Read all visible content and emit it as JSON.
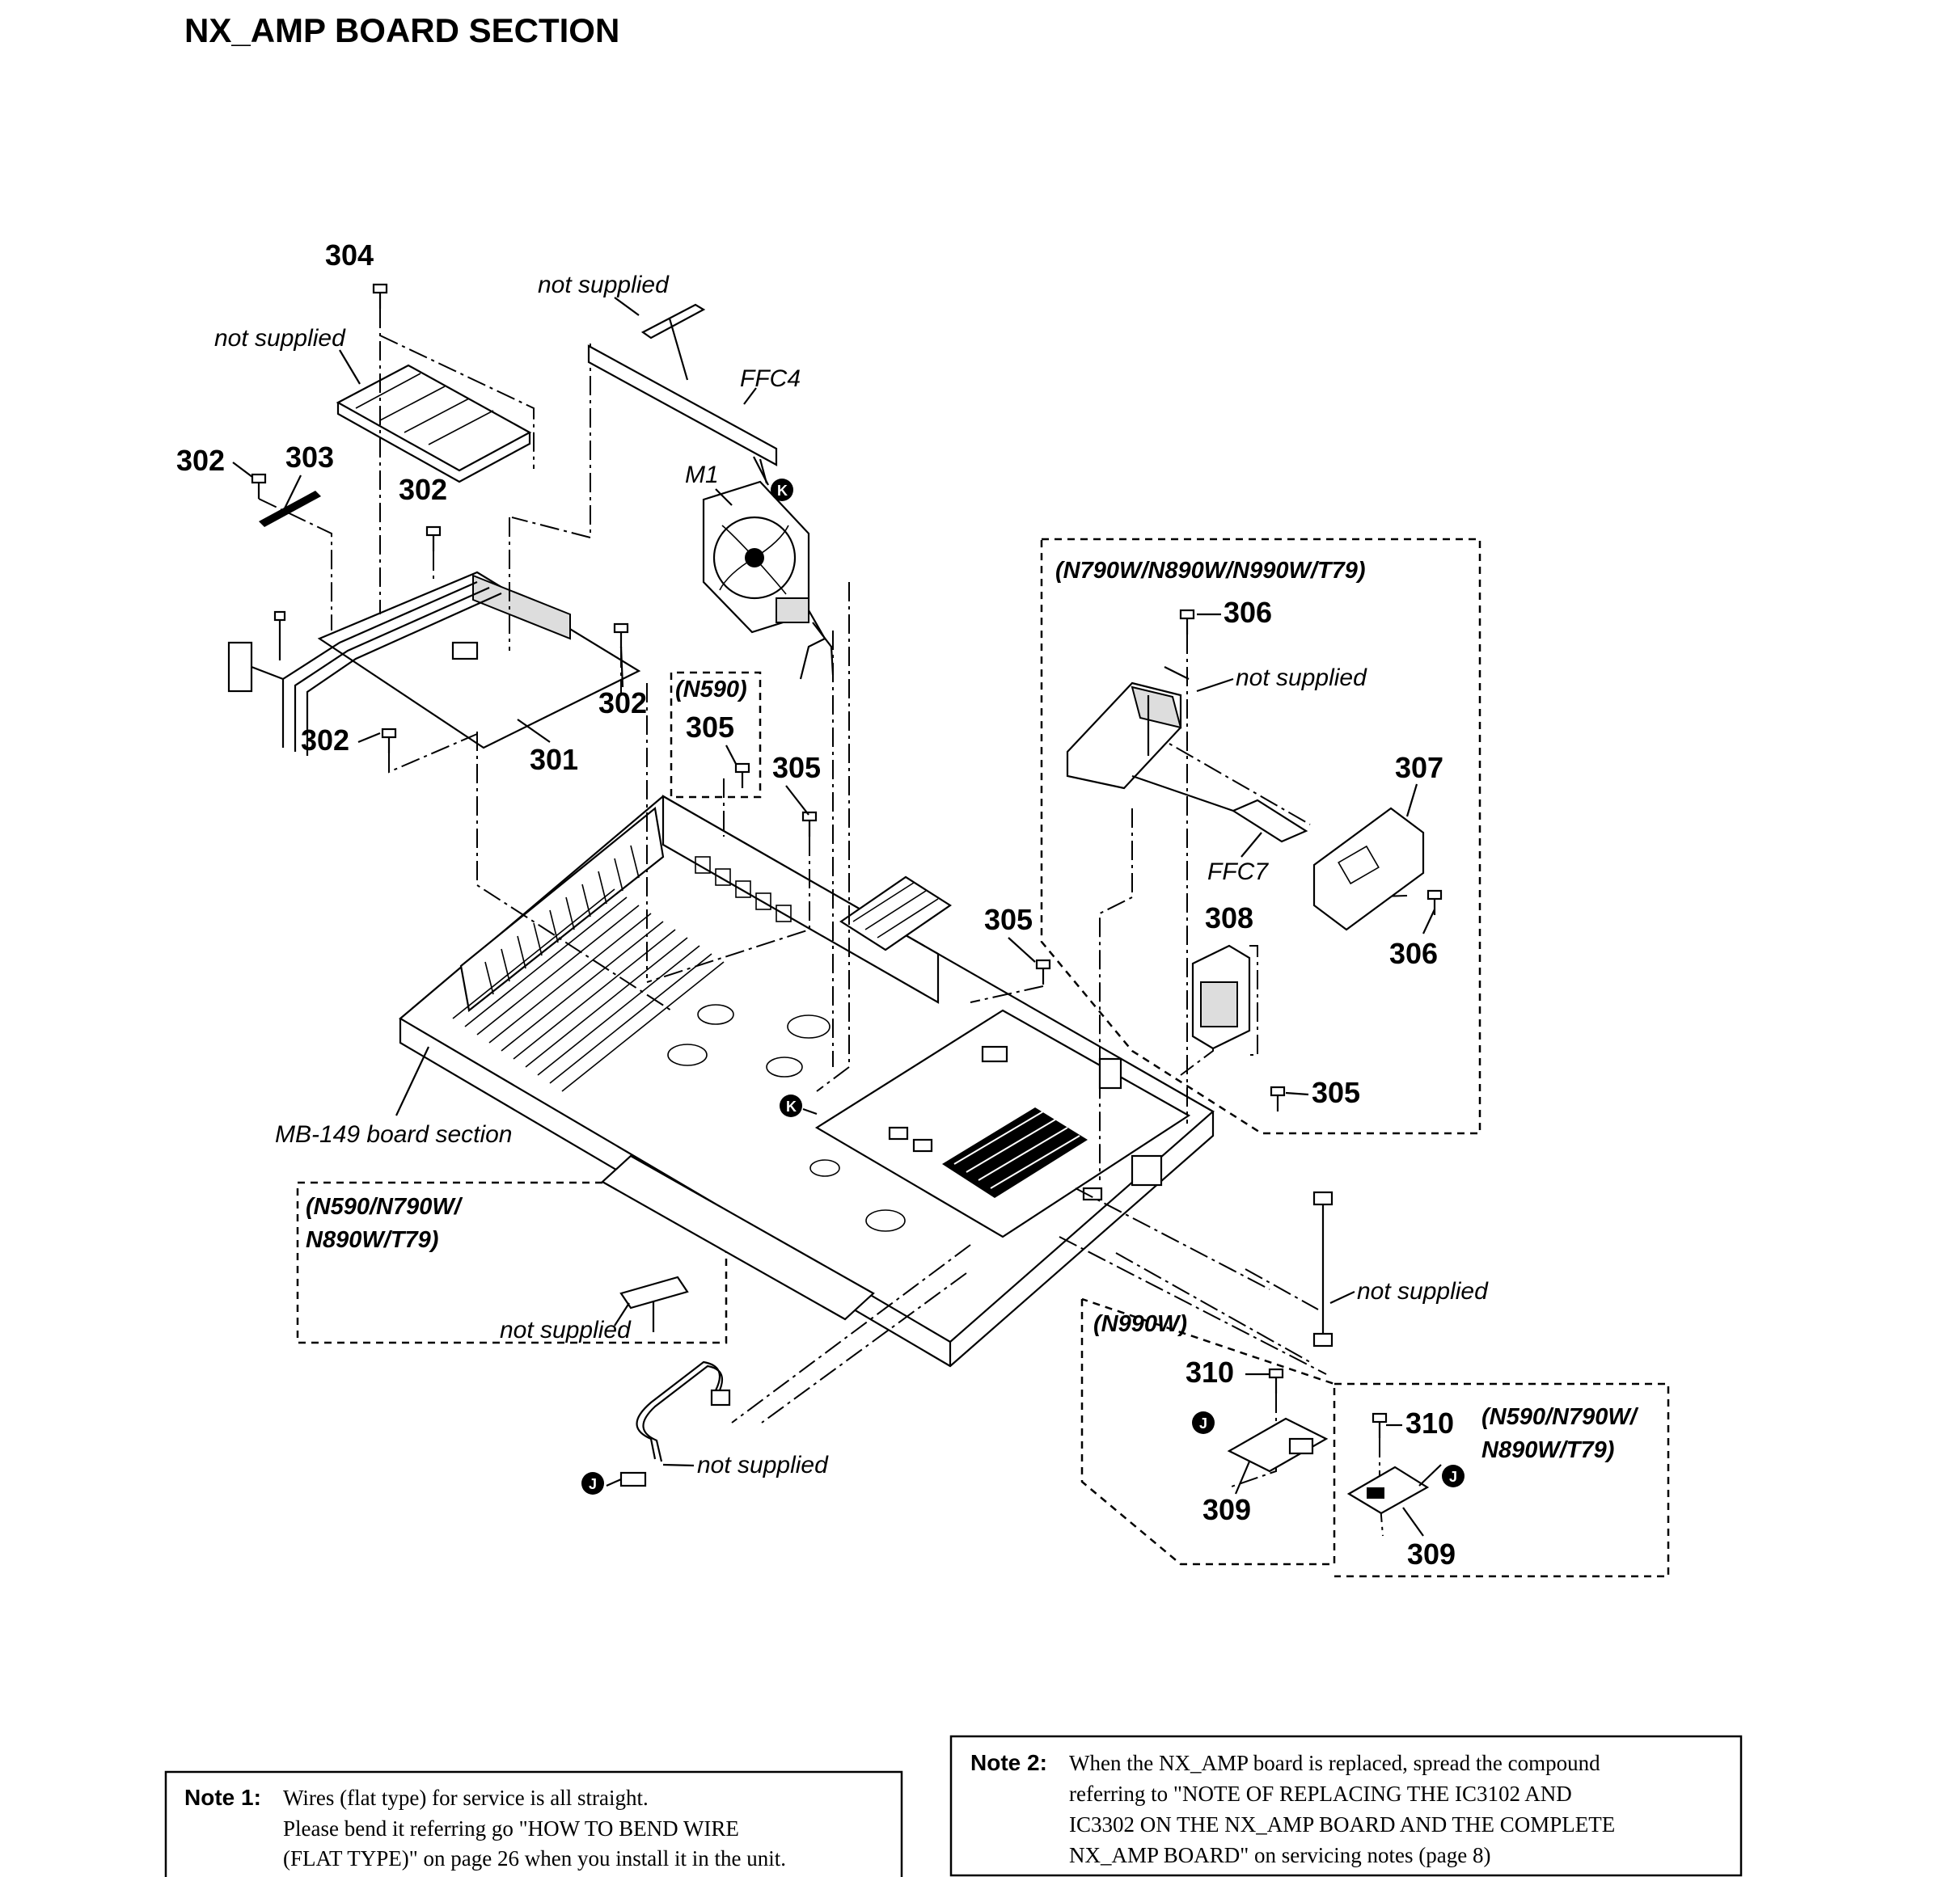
{
  "title": "NX_AMP BOARD SECTION",
  "parts": {
    "p301": "301",
    "p302": "302",
    "p303": "303",
    "p304": "304",
    "p305": "305",
    "p306": "306",
    "p307": "307",
    "p308": "308",
    "p309": "309",
    "p310": "310"
  },
  "labels": {
    "not_supplied": "not supplied",
    "ffc4": "FFC4",
    "ffc7": "FFC7",
    "m1": "M1",
    "mb149": "MB-149 board section"
  },
  "variants": {
    "n790w_group": "(N790W/N890W/N990W/T79)",
    "n590": "(N590)",
    "n590_group_line1": "(N590/N790W/",
    "n590_group_line2": "N890W/T79)",
    "n990w": "(N990W)"
  },
  "markers": {
    "k": "K",
    "j": "J"
  },
  "notes": {
    "note1_label": "Note 1:",
    "note1_lines": [
      "Wires (flat type) for service is all straight.",
      "Please bend it referring go \"HOW TO BEND WIRE",
      "(FLAT TYPE)\" on page 26 when you install it in the unit."
    ],
    "note2_label": "Note 2:",
    "note2_lines": [
      "When the NX_AMP board is replaced, spread the compound",
      "referring to \"NOTE OF REPLACING THE IC3102 AND",
      "IC3302 ON THE NX_AMP BOARD AND THE COMPLETE",
      "NX_AMP BOARD\" on servicing notes (page 8)"
    ]
  }
}
